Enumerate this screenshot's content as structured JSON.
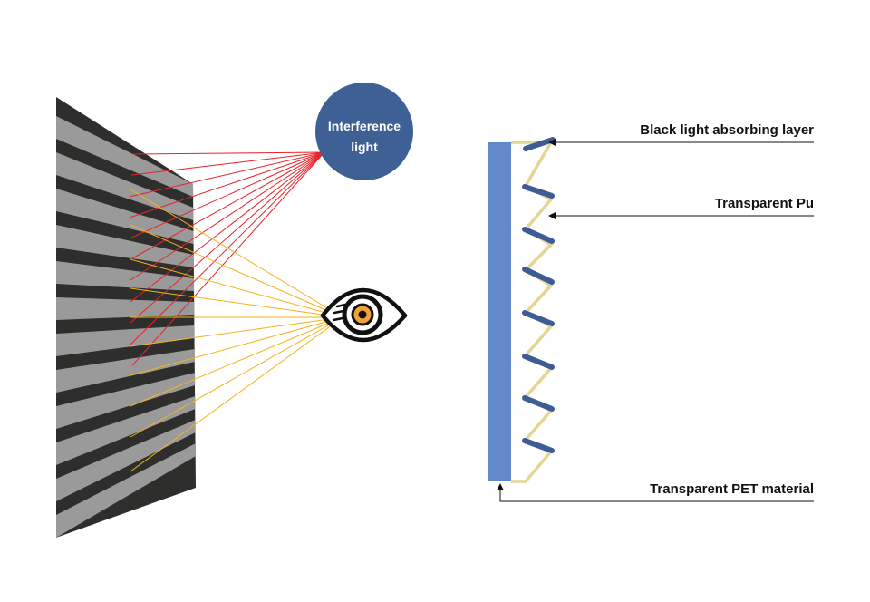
{
  "interference_light": {
    "line1": "Interference",
    "line2": "light",
    "fill_color": "#3f6095"
  },
  "eye": {
    "icon": "eye-icon",
    "pupil_color": "#f2a23a"
  },
  "rays": {
    "interference_color": "#e8232a",
    "reflected_color": "#f5b21b"
  },
  "labels": {
    "absorbing_layer": "Black light absorbing layer",
    "transparent_pu": "Transparent Pu",
    "pet_material": "Transparent PET material"
  },
  "colors": {
    "pet_substrate": "#6188c8",
    "absorbing_strip": "#3b5c95",
    "pu_zigzag": "#e3d592",
    "panel_dark": "#2e2f2d",
    "panel_light": "#9a9a9a"
  }
}
